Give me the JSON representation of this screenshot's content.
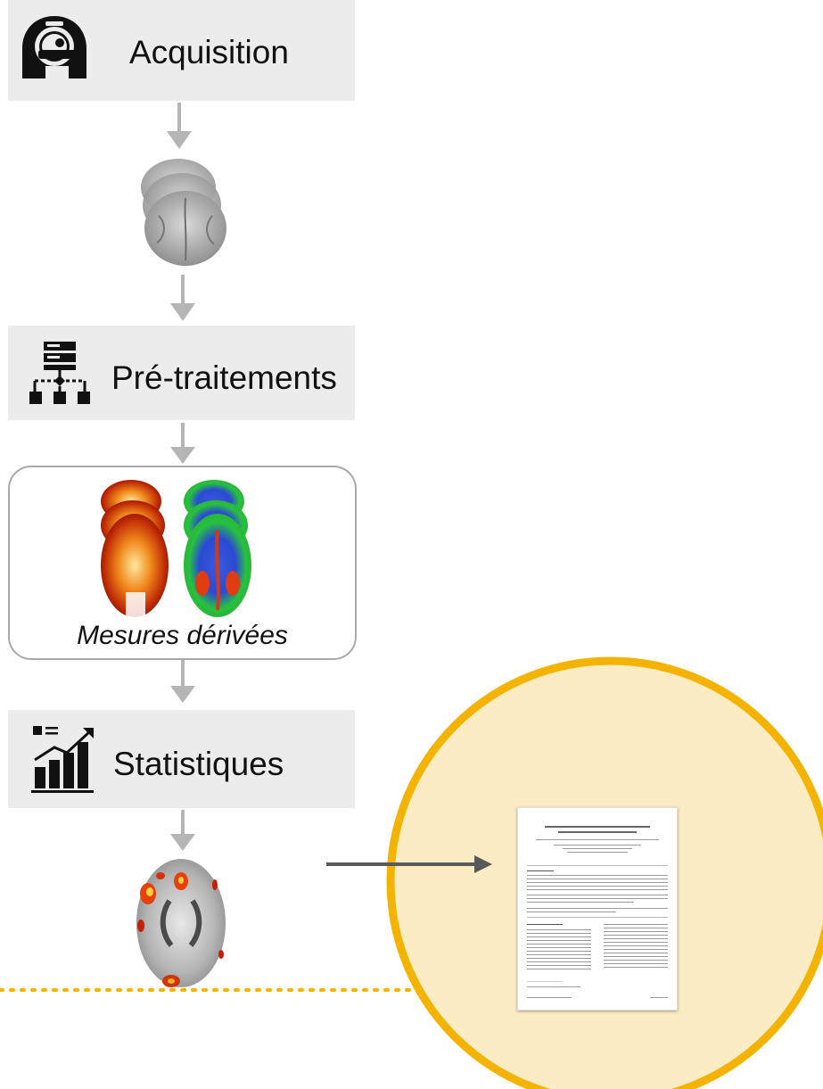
{
  "stages": {
    "acquisition": {
      "label": "Acquisition",
      "icon": "mri-scanner-icon"
    },
    "preprocessing": {
      "label": "Pré-traitements",
      "icon": "server-flowchart-icon"
    },
    "derived": {
      "label": "Mesures dérivées"
    },
    "statistics": {
      "label": "Statistiques",
      "icon": "bar-chart-trend-icon"
    }
  },
  "colors": {
    "box_gray": "#ececec",
    "arrow_gray": "#b5b5b5",
    "circle_fill": "#fbecc3",
    "circle_stroke": "#f5b301",
    "dotted_line": "#f5b301",
    "arrow_dark": "#595959"
  }
}
